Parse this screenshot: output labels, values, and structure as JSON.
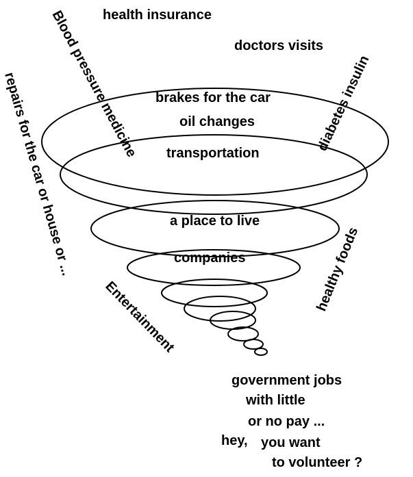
{
  "diagram": {
    "labels": {
      "health_insurance": "health insurance",
      "doctors_visits": "doctors visits",
      "blood_pressure": "Blood pressure medicine",
      "diabetes": "diabetes insulin",
      "repairs": "repairs for the car or house or ...",
      "brakes": "brakes for the car",
      "oil_changes": "oil changes",
      "transportation": "transportation",
      "place_to_live": "a place to live",
      "companies": "companies",
      "healthy_foods": "healthy foods",
      "entertainment": "Entertainment",
      "gov_line1": "government jobs",
      "gov_line2": "with little",
      "gov_line3": "or no pay ...",
      "gov_line4a": "hey,",
      "gov_line4b": "you want",
      "gov_line5": "to volunteer ?"
    },
    "colors": {
      "ink": "#000000",
      "background": "#ffffff"
    }
  }
}
